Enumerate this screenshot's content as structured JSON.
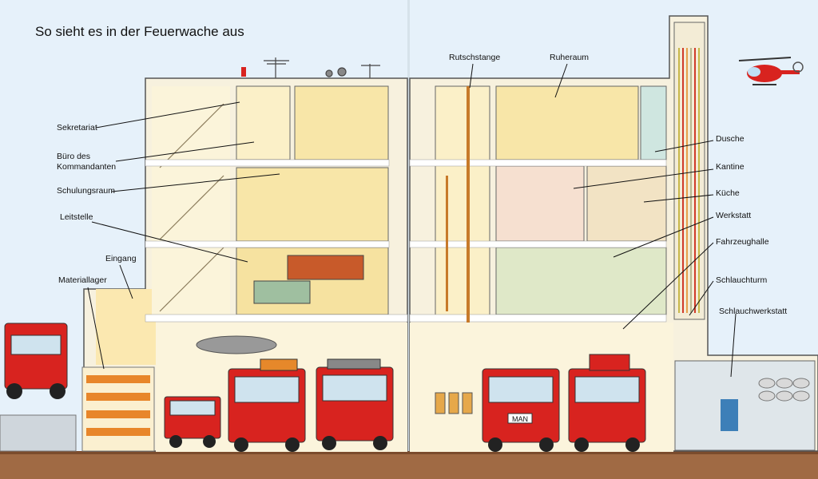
{
  "page": {
    "title": "So sieht es in der Feuerwache aus"
  },
  "labels": {
    "sekretariat": "Sekretariat",
    "buero_line1": "Büro des",
    "buero_line2": "Kommandanten",
    "schulungsraum": "Schulungsraum",
    "leitstelle": "Leitstelle",
    "eingang": "Eingang",
    "materiallager": "Materiallager",
    "rutschstange": "Rutschstange",
    "ruheraum": "Ruheraum",
    "dusche": "Dusche",
    "kantine": "Kantine",
    "kueche": "Küche",
    "werkstatt": "Werkstatt",
    "fahrzeughalle": "Fahrzeughalle",
    "schlauchturm": "Schlauchturm",
    "schlauchwerkstatt": "Schlauchwerkstatt"
  },
  "vehicles": {
    "plate_text": "MAN"
  },
  "colors": {
    "sky": "#e6f1fa",
    "wall": "#f7f1de",
    "floor_slab": "#ffffff",
    "room_warm": "#f8e6a8",
    "truck_red": "#d8231f",
    "ground": "#a06a44"
  }
}
